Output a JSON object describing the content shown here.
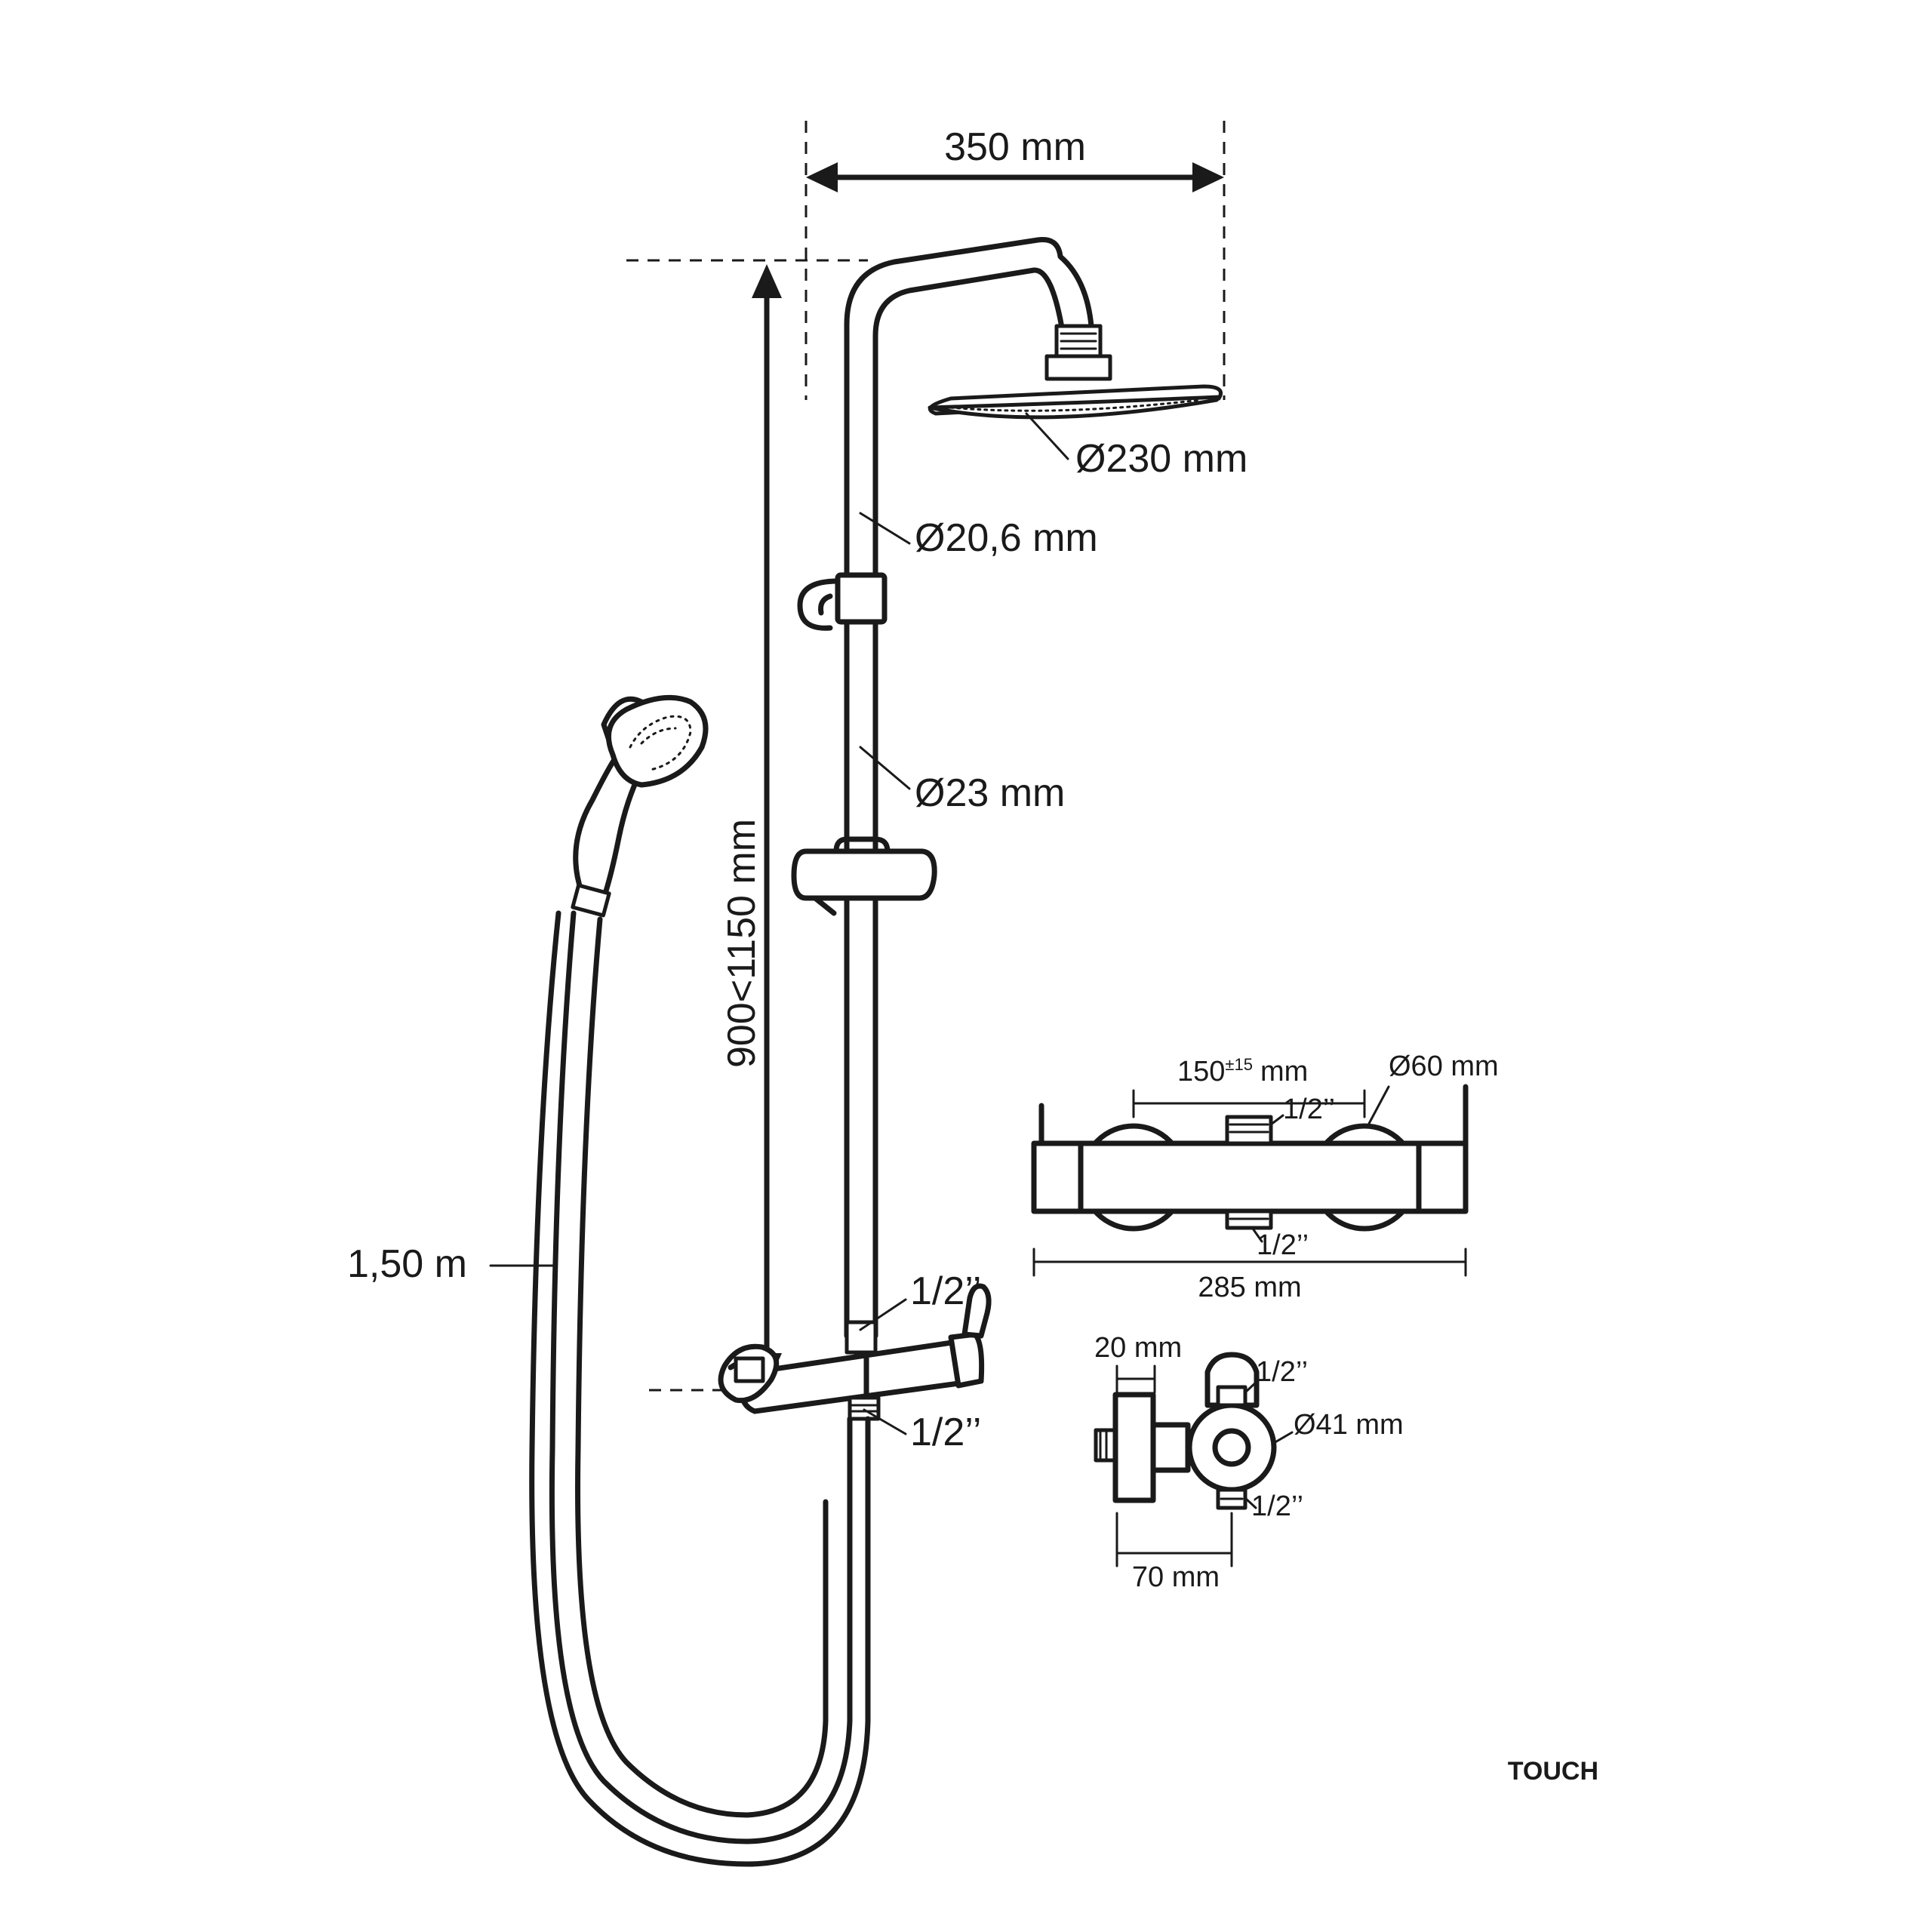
{
  "diagram": {
    "dimensions": {
      "arm_width": "350 mm",
      "head_diameter": "Ø230 mm",
      "upper_tube_diameter": "Ø20,6 mm",
      "lower_tube_diameter": "Ø23 mm",
      "height_range": "900<1150 mm",
      "hose_length": "1,50 m",
      "valve_top_connection": "1/2’’",
      "valve_bottom_connection": "1/2’’"
    },
    "front_view": {
      "center_distance": "150",
      "center_tolerance": "±15",
      "center_unit": "mm",
      "knob_diameter": "Ø60 mm",
      "top_outlet": "1/2’’",
      "bottom_inlet": "1/2’’",
      "body_length": "285 mm"
    },
    "side_view": {
      "wall_flange": "20 mm",
      "top_outlet": "1/2’’",
      "body_diameter": "Ø41 mm",
      "bottom_inlet": "1/2’’",
      "projection": "70 mm"
    },
    "brand": "TOUCH"
  }
}
